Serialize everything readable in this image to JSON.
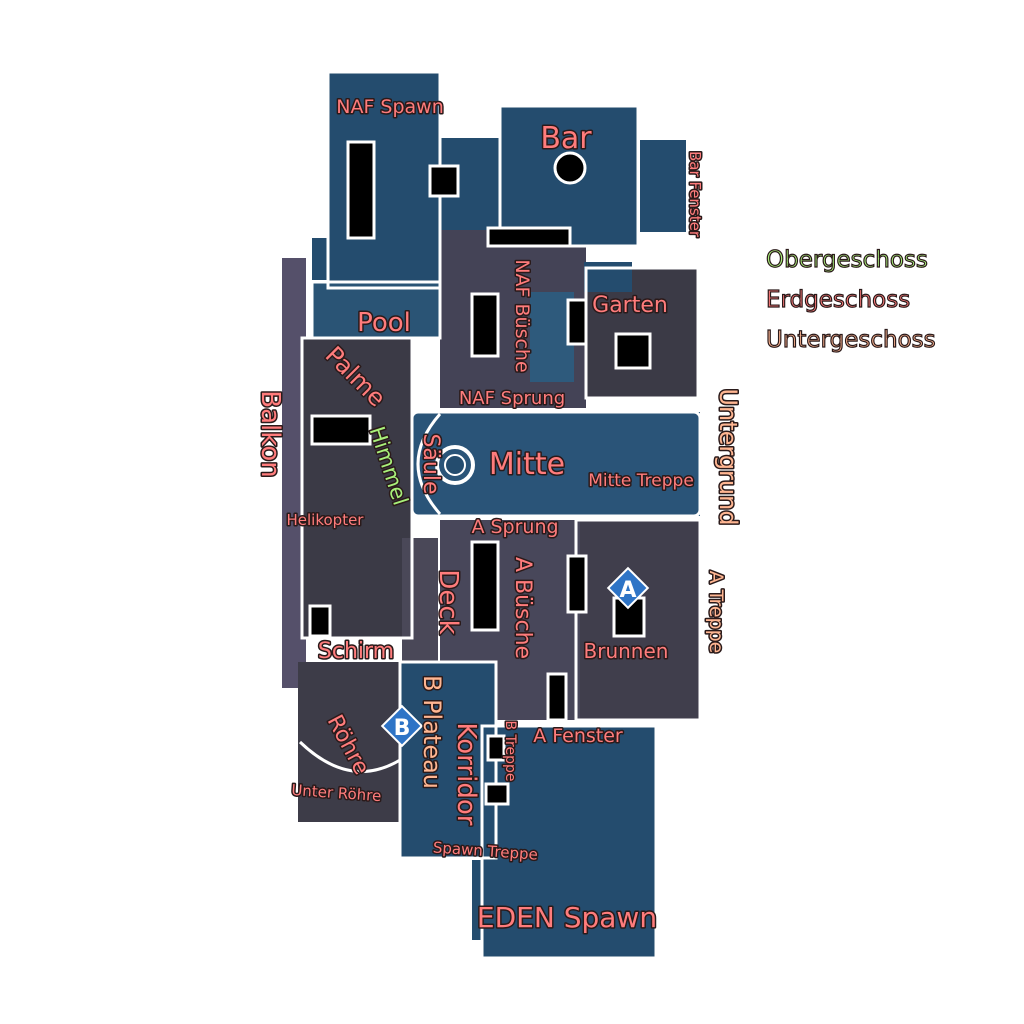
{
  "colors": {
    "upper_floor": "#a8f07a",
    "ground_floor": "#ff7c7c",
    "basement": "#ffb692",
    "indoor": "#244c6e",
    "outdoor": "#3a3a44",
    "wall": "#ffffff",
    "site_marker": "#2e74c6"
  },
  "legend": [
    {
      "label": "Obergeschoss",
      "color": "#a8f07a"
    },
    {
      "label": "Erdgeschoss",
      "color": "#ff7c7c"
    },
    {
      "label": "Untergeschoss",
      "color": "#ffb692"
    }
  ],
  "site_markers": {
    "a": "A",
    "b": "B"
  },
  "callouts": {
    "naf_spawn": "NAF Spawn",
    "bar": "Bar",
    "bar_fenster": "Bar Fenster",
    "naf_busche": "NAF Büsche",
    "garten": "Garten",
    "pool": "Pool",
    "palme": "Palme",
    "balkon": "Balkon",
    "naf_sprung": "NAF Sprung",
    "himmel": "Himmel",
    "saule": "Säule",
    "mitte": "Mitte",
    "mitte_treppe": "Mitte Treppe",
    "untergrund": "Untergrund",
    "helikopter": "Helikopter",
    "a_sprung": "A Sprung",
    "deck": "Deck",
    "a_busche": "A Büsche",
    "a_treppe": "A Treppe",
    "brunnen": "Brunnen",
    "schirm": "Schirm",
    "b_plateau": "B Plateau",
    "korridor": "Korridor",
    "b_treppe": "B Treppe",
    "a_fenster": "A Fenster",
    "rohre": "Röhre",
    "unter_rohre": "Unter Röhre",
    "spawn_treppe": "Spawn Treppe",
    "eden_spawn": "EDEN Spawn"
  }
}
